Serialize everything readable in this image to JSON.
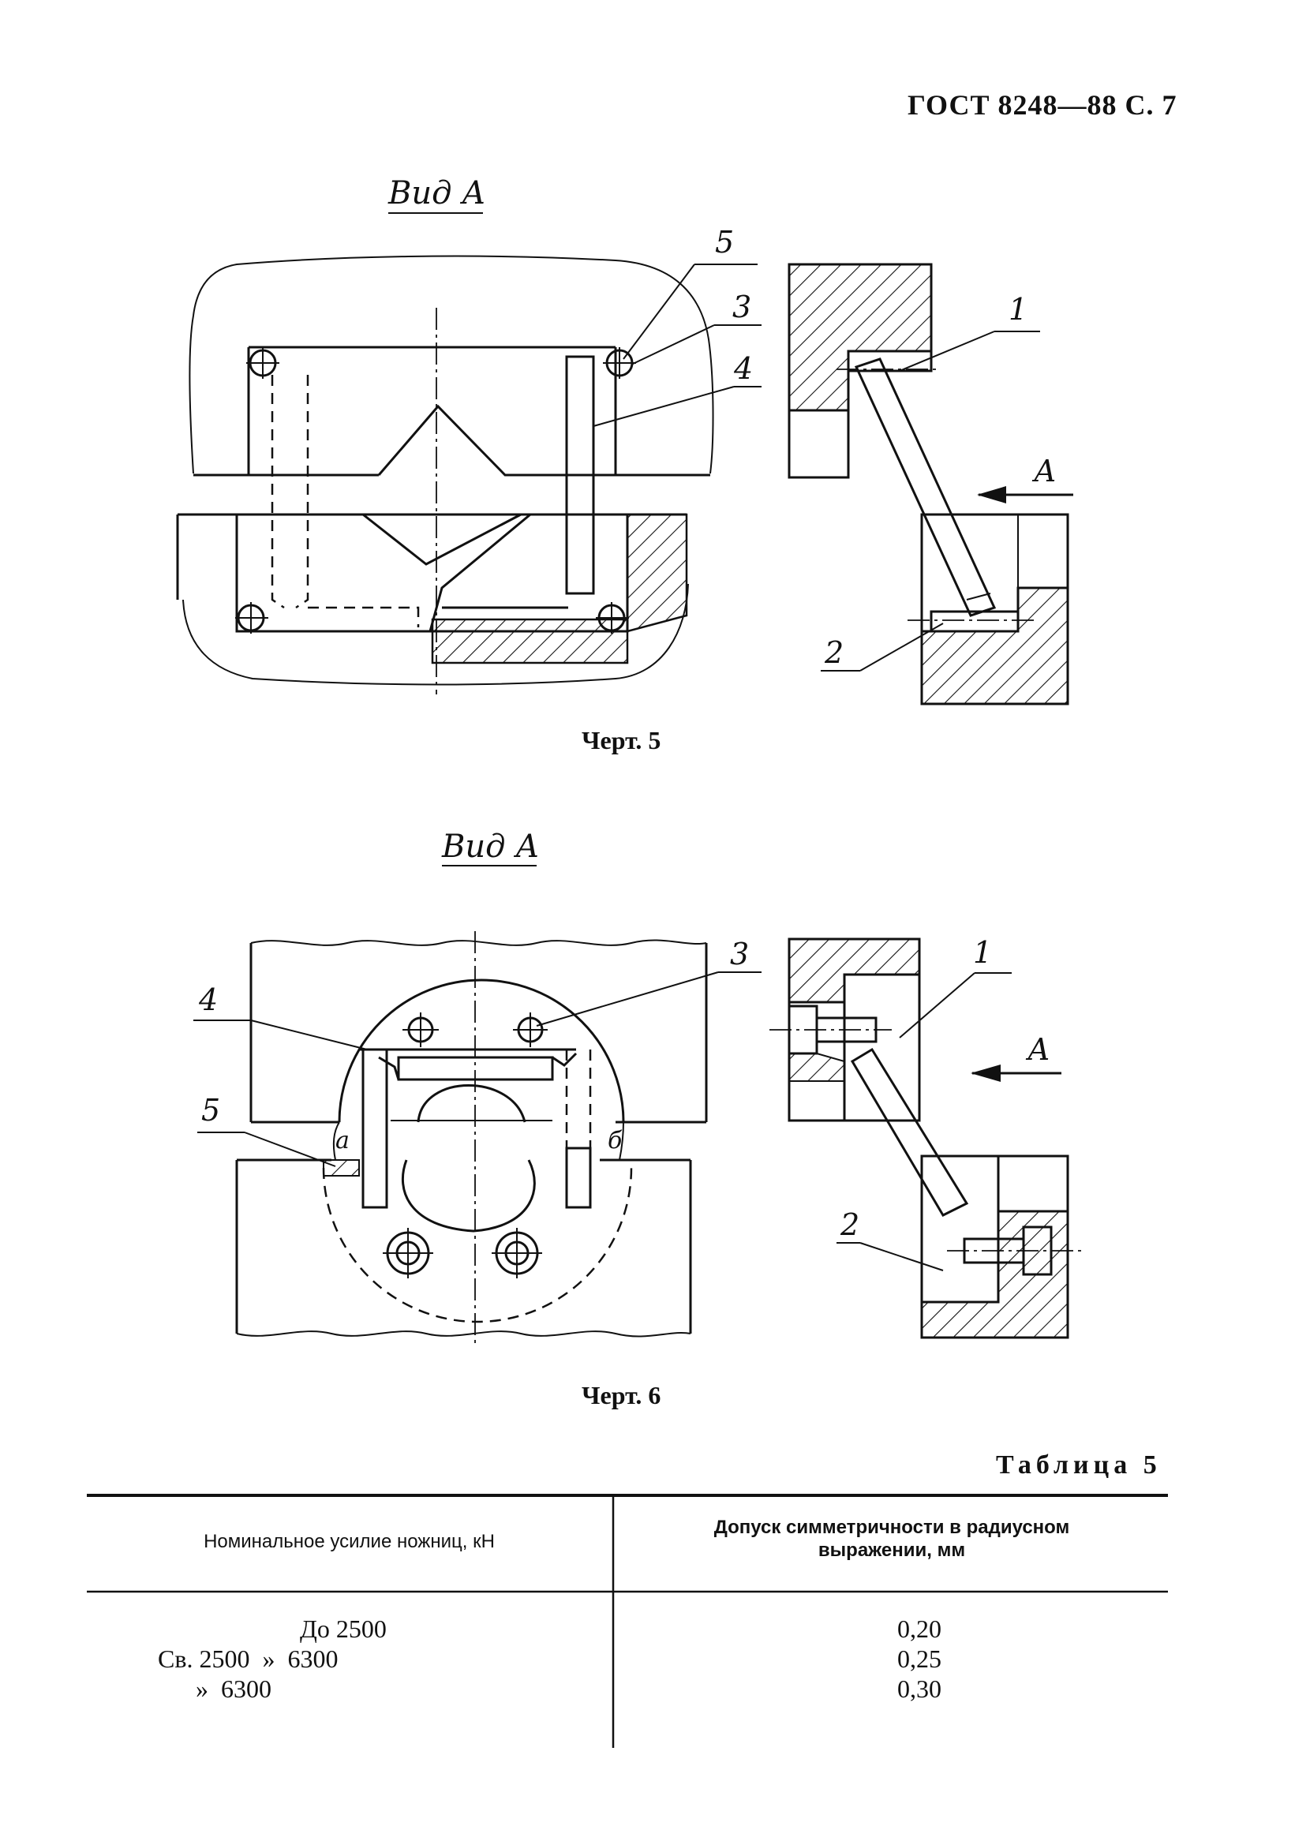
{
  "header": {
    "text": "ГОСТ 8248—88 С. 7"
  },
  "figure5": {
    "view_label": "Вид А",
    "caption": "Черт. 5",
    "callouts": [
      "5",
      "3",
      "4",
      "1",
      "2",
      "А"
    ]
  },
  "figure6": {
    "view_label": "Вид А",
    "caption": "Черт. 6",
    "callouts": [
      "3",
      "1",
      "4",
      "5",
      "а",
      "б",
      "А",
      "2"
    ]
  },
  "table5": {
    "title": "Таблица 5",
    "col1_header": "Номинальное усилие ножниц, кН",
    "col2_header": "Допуск симметричности в радиусном выражении, мм",
    "rows": [
      {
        "force": "До 2500",
        "tolerance": "0,20"
      },
      {
        "force": "Св. 2500  »  6300",
        "tolerance": "0,25"
      },
      {
        "force": "»  6300",
        "tolerance": "0,30"
      }
    ]
  }
}
